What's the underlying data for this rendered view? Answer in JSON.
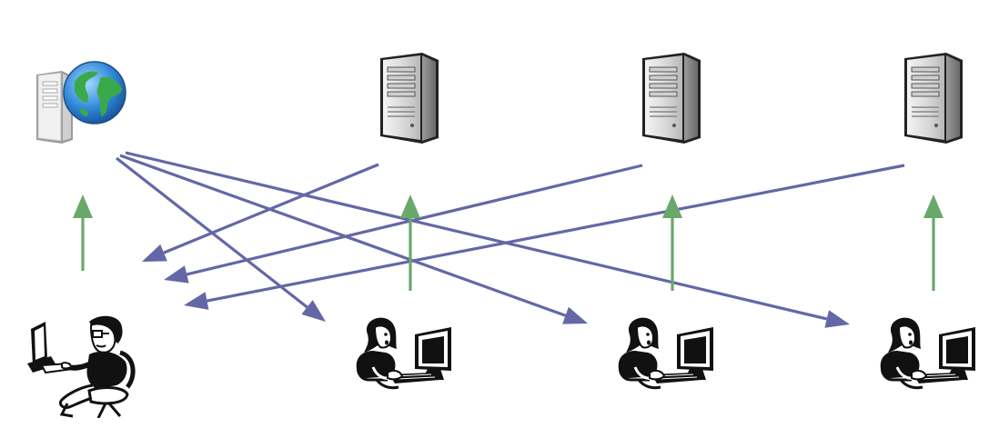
{
  "diagram": {
    "nodes": {
      "web_server": {
        "icon": "web-server-globe-icon"
      },
      "servers": [
        {
          "icon": "server-tower-icon"
        },
        {
          "icon": "server-tower-icon"
        },
        {
          "icon": "server-tower-icon"
        }
      ],
      "attacker": {
        "icon": "man-at-computer-icon"
      },
      "users": [
        {
          "icon": "woman-at-computer-icon"
        },
        {
          "icon": "woman-at-computer-icon"
        },
        {
          "icon": "woman-at-computer-icon"
        }
      ]
    },
    "edges": {
      "up_arrows": {
        "count": 4,
        "color": "#6aa86a"
      },
      "from_web_server_to_users": {
        "count": 3,
        "color": "#6467a6"
      },
      "from_servers_to_attacker": {
        "count": 3,
        "color": "#6467a6"
      }
    }
  }
}
